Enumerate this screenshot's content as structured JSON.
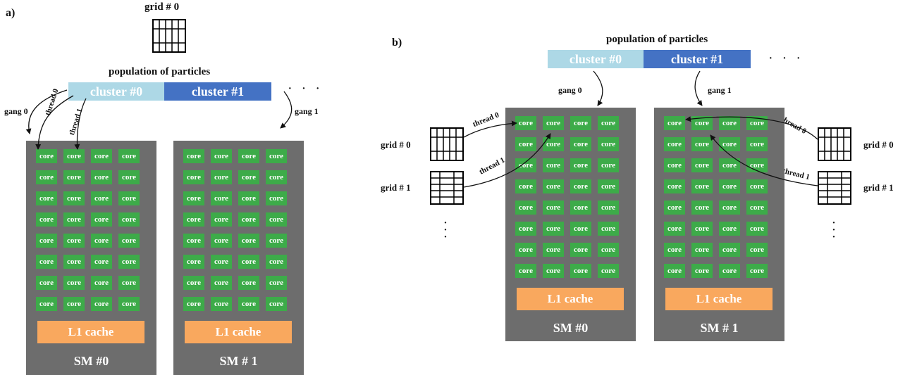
{
  "panel_a": {
    "label": "a)",
    "grid_top_label": "grid # 0",
    "population_title": "population of particles",
    "clusters": [
      "cluster #0",
      "cluster #1"
    ],
    "ellipsis": "· · ·",
    "gang0": "gang 0",
    "gang1": "gang 1",
    "thread0": "thread 0",
    "thread1": "thread 1",
    "sm0": {
      "name": "SM #0",
      "cache": "L1 cache",
      "core_label": "core",
      "rows": 8,
      "cols": 4
    },
    "sm1": {
      "name": "SM # 1",
      "cache": "L1 cache",
      "core_label": "core",
      "rows": 8,
      "cols": 4
    }
  },
  "panel_b": {
    "label": "b)",
    "population_title": "population of particles",
    "clusters": [
      "cluster #0",
      "cluster #1"
    ],
    "ellipsis": "· · ·",
    "gang0": "gang 0",
    "gang1": "gang 1",
    "left_grid0": "grid # 0",
    "left_grid1": "grid # 1",
    "right_grid0": "grid # 0",
    "right_grid1": "grid # 1",
    "thread0_left": "thread 0",
    "thread1_left": "thread 1",
    "thread0_right": "thread 0",
    "thread1_right": "thread 1",
    "sm0": {
      "name": "SM #0",
      "cache": "L1 cache",
      "core_label": "core",
      "rows": 8,
      "cols": 4
    },
    "sm1": {
      "name": "SM # 1",
      "cache": "L1 cache",
      "core_label": "core",
      "rows": 8,
      "cols": 4
    }
  },
  "colors": {
    "sm_body": "#6d6d6d",
    "core": "#3dab49",
    "cache": "#f9a85e",
    "cluster0": "#add8e6",
    "cluster1": "#4472c4"
  }
}
